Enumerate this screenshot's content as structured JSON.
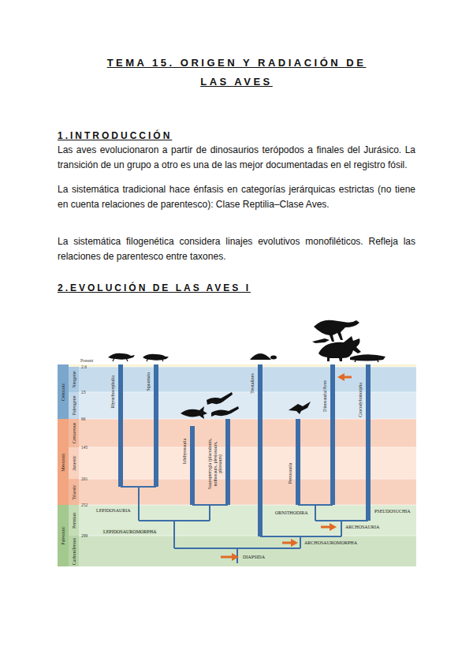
{
  "diagram": {
    "title": "TEMA 15. ORIGEN Y RADIACIÓN DE LAS AVES",
    "nodes": [
      {
        "text": [
          "Cenozoic"
        ]
      },
      {
        "text": [
          "Mesozoic"
        ]
      },
      {
        "text": [
          "Paleozoic"
        ]
      },
      {
        "text": [
          "Neogene"
        ]
      },
      {
        "text": [
          "Paleogene"
        ]
      },
      {
        "text": [
          "Cretaceous"
        ]
      },
      {
        "text": [
          "Jurassic"
        ]
      },
      {
        "text": [
          "Triassic"
        ]
      },
      {
        "text": [
          "Permian"
        ]
      },
      {
        "text": [
          "Carboniferous"
        ]
      }
    ],
    "labels": [
      "1.INTRODUCCIÓN",
      "Las aves evolucionaron a partir de dinosaurios terópodos a finales del Jurásico. La transición de un grupo a otro es una de las mejor documentadas en el registro fósil.",
      "La sistemática tradicional hace énfasis en categorías jerárquicas estrictas (no tiene en cuenta relaciones de parentesco): Clase Reptilia–Clase Aves.",
      "La sistemática filogenética considera linajes evolutivos monofiléticos. Refleja las relaciones de parentesco entre taxones.",
      "2.EVOLUCIÓN DE LAS AVES I",
      "Present",
      "2.6",
      "23",
      "66",
      "145",
      "201",
      "252",
      "299",
      "Rhynchocephalia",
      "Squamata",
      "Ichthyosauria",
      "Sauropterygia (placodonts, nothosaurs, plesiosaurs, pliosaurs)",
      "Testudines",
      "Pterosauria",
      "Dinosauria/Aves",
      "Crocodylomorpha",
      "LEPIDOSAURIA",
      "LEPIDOSAUROMORPHA",
      "ORNITHODIRA",
      "PSEUDOSUCHIA",
      "ARCHOSAURIA",
      "ARCHOSAUROMORPHA",
      "DIAPSIDA"
    ]
  }
}
